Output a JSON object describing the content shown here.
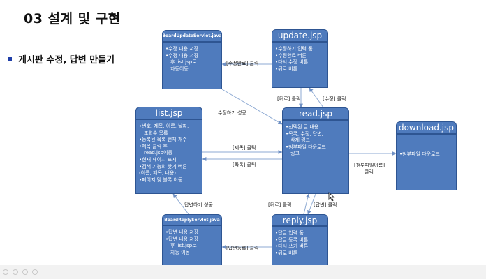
{
  "title": "03 설계 및 구현",
  "bullet": "게시판 수정, 답변 만들기",
  "nodes": {
    "board_update": {
      "header": "BoardUpdateServlet.java",
      "lines": [
        "•수정 내용 저장",
        "•수정 내용 저장",
        "후 list.jsp로",
        "자동이동"
      ]
    },
    "update": {
      "header": "update.jsp",
      "lines": [
        "•수정하기 입력 폼",
        "•수정완료 버튼",
        "•다시 수정 버튼",
        "•뒤로 버튼"
      ]
    },
    "list": {
      "header": "list.jsp",
      "lines": [
        "•번호, 제목, 이름, 날짜,",
        "조회수 목록",
        "•등록된 목록 전체 개수",
        "•제목 클릭 후",
        "read.jsp이동",
        "•현재 페이지 표시",
        "•검색 기능의 찾기 버튼",
        "(이름, 제목, 내용)",
        "•페이지 및 블록 이동"
      ]
    },
    "read": {
      "header": "read.jsp",
      "lines": [
        "•선택된 글 내용",
        "•목록, 수정, 답변,",
        "삭제 링크",
        "•첨부파일 다운로드",
        "링크"
      ]
    },
    "download": {
      "header": "download.jsp",
      "lines": [
        "•첨부파일 다운로드"
      ]
    },
    "board_reply": {
      "header": "BoardReplyServlet.java",
      "lines": [
        "•답변 내용 저장",
        "•답변 내용 저장",
        "후 list.jsp로",
        "자동 이동"
      ]
    },
    "reply": {
      "header": "reply.jsp",
      "lines": [
        "•답글 입력 폼",
        "•답글 등록 버튼",
        "•다시 쓰기 버튼",
        "•뒤로 버튼"
      ]
    }
  },
  "edges": {
    "update_to_board_update": "[수정완료] 클릭",
    "update_to_read": "[뒤로] 클릭",
    "read_to_update": "[수정] 클릭",
    "board_update_to_read": "수정하기 성공",
    "list_to_read": "[제목] 클릭",
    "read_to_list": "[목록] 클릭",
    "read_to_download_1": "[첨부파일이름]",
    "read_to_download_2": "클릭",
    "reply_to_read": "[뒤로] 클릭",
    "read_to_reply": "[답변] 클릭",
    "board_reply_to_list": "답변하기 성공",
    "reply_to_board_reply": "[답변등록] 클릭"
  },
  "colors": {
    "box_fill": "#4f7bbd",
    "box_border": "#2e5592",
    "arrow": "#8eaad3",
    "bullet": "#1f3ea8"
  }
}
